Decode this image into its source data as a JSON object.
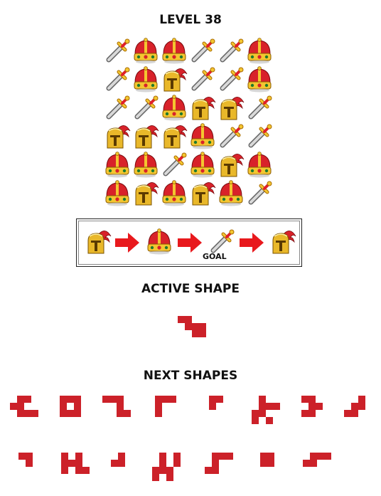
{
  "level_title": "LEVEL 38",
  "board": {
    "rows": [
      [
        "sword",
        "crown",
        "crown",
        "sword",
        "sword",
        "crown"
      ],
      [
        "sword",
        "crown",
        "helmet",
        "sword",
        "sword",
        "crown"
      ],
      [
        "sword",
        "sword",
        "crown",
        "helmet",
        "helmet",
        "sword"
      ],
      [
        "helmet",
        "helmet",
        "helmet",
        "crown",
        "sword",
        "sword"
      ],
      [
        "crown",
        "crown",
        "sword",
        "crown",
        "helmet",
        "crown"
      ],
      [
        "crown",
        "helmet",
        "crown",
        "helmet",
        "crown",
        "sword"
      ]
    ]
  },
  "goal_chain": {
    "items": [
      "helmet",
      "crown",
      "sword",
      "helmet"
    ],
    "goal_label": "GOAL"
  },
  "active_shape_title": "ACTIVE SHAPE",
  "active_shape": [
    [
      0,
      0
    ],
    [
      1,
      0
    ],
    [
      1,
      1
    ],
    [
      2,
      1
    ],
    [
      2,
      2
    ],
    [
      3,
      2
    ],
    [
      3,
      1
    ]
  ],
  "next_shapes_title": "NEXT SHAPES",
  "next_shapes": [
    [
      [
        1,
        0
      ],
      [
        2,
        0
      ],
      [
        0,
        1
      ],
      [
        1,
        1
      ],
      [
        1,
        2
      ],
      [
        2,
        2
      ],
      [
        3,
        2
      ]
    ],
    [
      [
        0,
        0
      ],
      [
        1,
        0
      ],
      [
        2,
        0
      ],
      [
        0,
        1
      ],
      [
        2,
        1
      ],
      [
        0,
        2
      ],
      [
        1,
        2
      ],
      [
        2,
        2
      ]
    ],
    [
      [
        0,
        0
      ],
      [
        1,
        0
      ],
      [
        2,
        0
      ],
      [
        2,
        1
      ],
      [
        3,
        2
      ],
      [
        2,
        2
      ]
    ],
    [
      [
        0,
        0
      ],
      [
        1,
        0
      ],
      [
        2,
        0
      ],
      [
        0,
        1
      ],
      [
        0,
        2
      ]
    ],
    [
      [
        0,
        0
      ],
      [
        1,
        0
      ],
      [
        0,
        1
      ]
    ],
    [
      [
        1,
        0
      ],
      [
        1,
        1
      ],
      [
        2,
        1
      ],
      [
        0,
        2
      ],
      [
        1,
        2
      ],
      [
        3,
        1
      ],
      [
        2,
        3
      ],
      [
        0,
        3
      ]
    ],
    [
      [
        0,
        0
      ],
      [
        1,
        0
      ],
      [
        1,
        1
      ],
      [
        2,
        1
      ],
      [
        1,
        2
      ],
      [
        0,
        2
      ]
    ],
    [
      [
        2,
        0
      ],
      [
        2,
        1
      ],
      [
        1,
        1
      ],
      [
        0,
        2
      ],
      [
        1,
        2
      ]
    ],
    [
      [
        0,
        0
      ],
      [
        1,
        0
      ],
      [
        1,
        1
      ]
    ],
    [
      [
        0,
        0
      ],
      [
        0,
        1
      ],
      [
        0,
        2
      ],
      [
        1,
        1
      ],
      [
        2,
        0
      ],
      [
        2,
        1
      ],
      [
        2,
        2
      ],
      [
        3,
        2
      ]
    ],
    [
      [
        1,
        0
      ],
      [
        1,
        1
      ],
      [
        0,
        1
      ]
    ],
    [
      [
        1,
        0
      ],
      [
        1,
        1
      ],
      [
        0,
        2
      ],
      [
        1,
        2
      ],
      [
        2,
        2
      ],
      [
        2,
        3
      ],
      [
        0,
        3
      ],
      [
        3,
        0
      ],
      [
        3,
        1
      ]
    ],
    [
      [
        1,
        0
      ],
      [
        2,
        0
      ],
      [
        3,
        0
      ],
      [
        1,
        1
      ],
      [
        0,
        2
      ],
      [
        1,
        2
      ]
    ],
    [
      [
        0,
        0
      ],
      [
        1,
        0
      ],
      [
        0,
        1
      ],
      [
        1,
        1
      ]
    ],
    [
      [
        1,
        0
      ],
      [
        2,
        0
      ],
      [
        3,
        0
      ],
      [
        1,
        1
      ],
      [
        0,
        1
      ]
    ]
  ],
  "colors": {
    "block": "#cc2129",
    "arrow": "#e8191d"
  }
}
